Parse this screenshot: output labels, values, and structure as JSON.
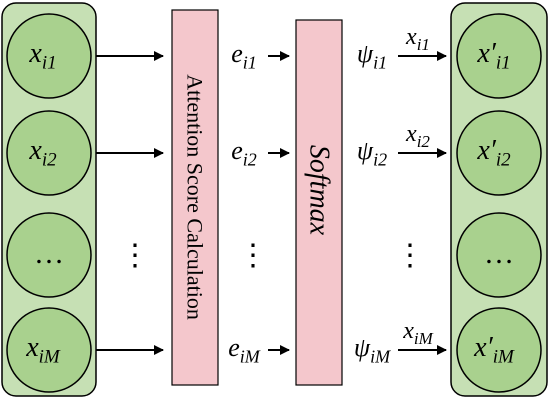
{
  "colors": {
    "panel_fill": "#c6e0b4",
    "circle_fill": "#a9d18e",
    "box_fill": "#f4c7cc",
    "stroke": "#000000"
  },
  "input_nodes": [
    {
      "base": "x",
      "sub": "i1"
    },
    {
      "base": "x",
      "sub": "i2"
    },
    {
      "base": "…",
      "sub": ""
    },
    {
      "base": "x",
      "sub": "iM"
    }
  ],
  "attention_box": {
    "label": "Attention Score Calculation"
  },
  "scores": [
    {
      "base": "e",
      "sub": "i1"
    },
    {
      "base": "e",
      "sub": "i2"
    },
    {
      "base": "⋮",
      "sub": ""
    },
    {
      "base": "e",
      "sub": "iM"
    }
  ],
  "softmax_box": {
    "label": "Softmax"
  },
  "weights": [
    {
      "base": "ψ",
      "sub": "i1"
    },
    {
      "base": "ψ",
      "sub": "i2"
    },
    {
      "base": "⋮",
      "sub": ""
    },
    {
      "base": "ψ",
      "sub": "iM"
    }
  ],
  "multipliers": [
    {
      "base": "x",
      "sub": "i1"
    },
    {
      "base": "x",
      "sub": "i2"
    },
    {
      "base": "⋮",
      "sub": ""
    },
    {
      "base": "x",
      "sub": "iM"
    }
  ],
  "output_nodes": [
    {
      "base": "x′",
      "sub": "i1"
    },
    {
      "base": "x′",
      "sub": "i2"
    },
    {
      "base": "…",
      "sub": ""
    },
    {
      "base": "x′",
      "sub": "iM"
    }
  ]
}
